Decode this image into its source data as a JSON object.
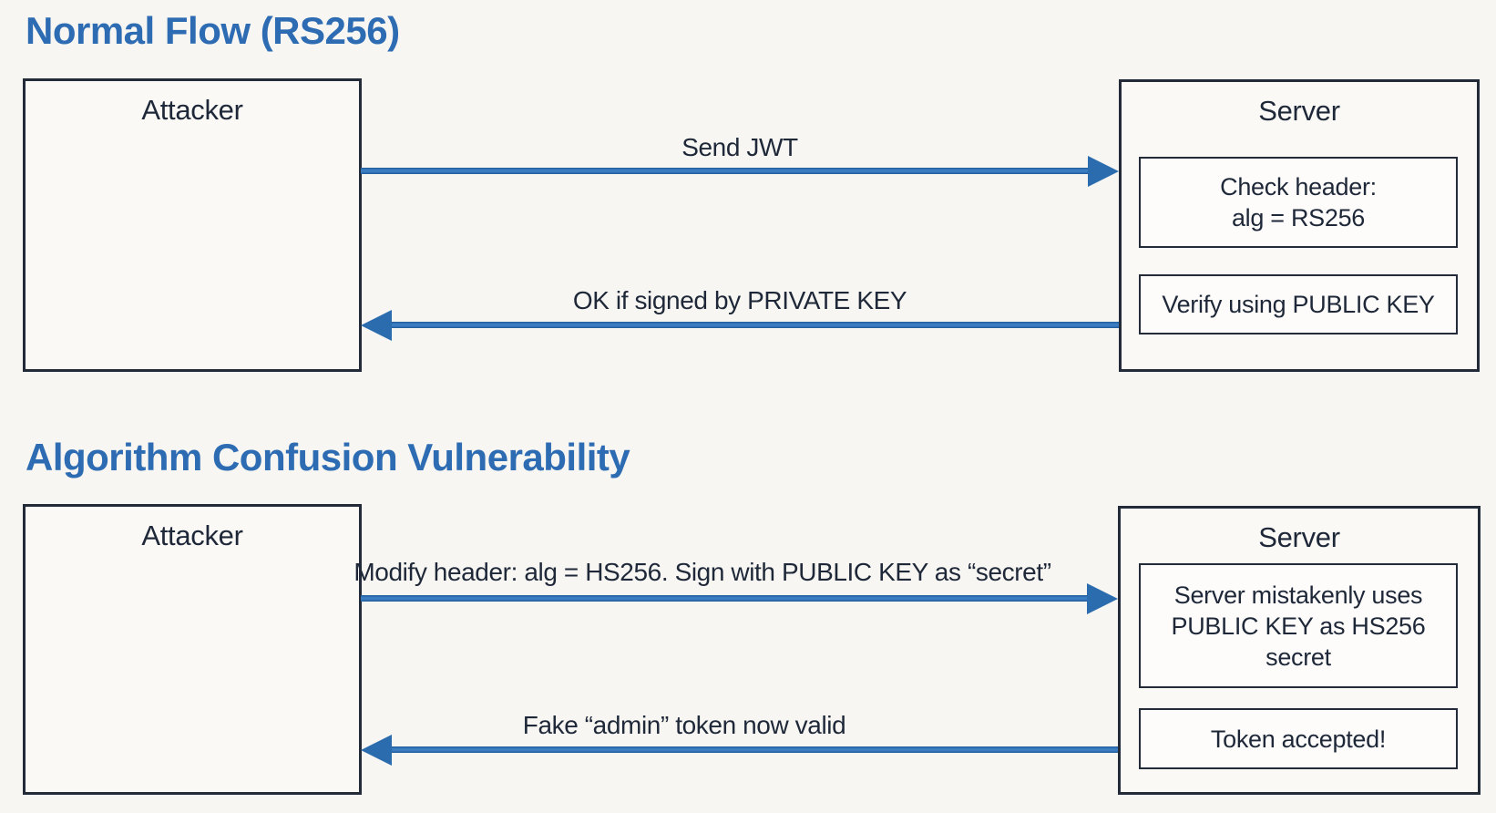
{
  "colors": {
    "background": "#f7f6f2",
    "title_blue": "#2d6cb3",
    "arrow_blue": "#2b6cae",
    "ink": "#1e2838",
    "box_border": "#232b39"
  },
  "sections": [
    {
      "title": "Normal Flow (RS256)",
      "attacker_label": "Attacker",
      "server_label": "Server",
      "server_steps": [
        {
          "line1": "Check header:",
          "line2": "alg = RS256"
        },
        {
          "text": "Verify using PUBLIC KEY"
        }
      ],
      "messages": [
        {
          "text": "Send JWT",
          "direction": "right"
        },
        {
          "text": "OK if signed by PRIVATE KEY",
          "direction": "left"
        }
      ]
    },
    {
      "title": "Algorithm Confusion Vulnerability",
      "attacker_label": "Attacker",
      "server_label": "Server",
      "server_steps": [
        {
          "text": "Server mistakenly uses PUBLIC KEY as HS256 secret"
        },
        {
          "text": "Token accepted!"
        }
      ],
      "messages": [
        {
          "text": "Modify header: alg = HS256. Sign with PUBLIC KEY as “secret”",
          "direction": "right"
        },
        {
          "text": "Fake “admin” token now valid",
          "direction": "left"
        }
      ]
    }
  ]
}
